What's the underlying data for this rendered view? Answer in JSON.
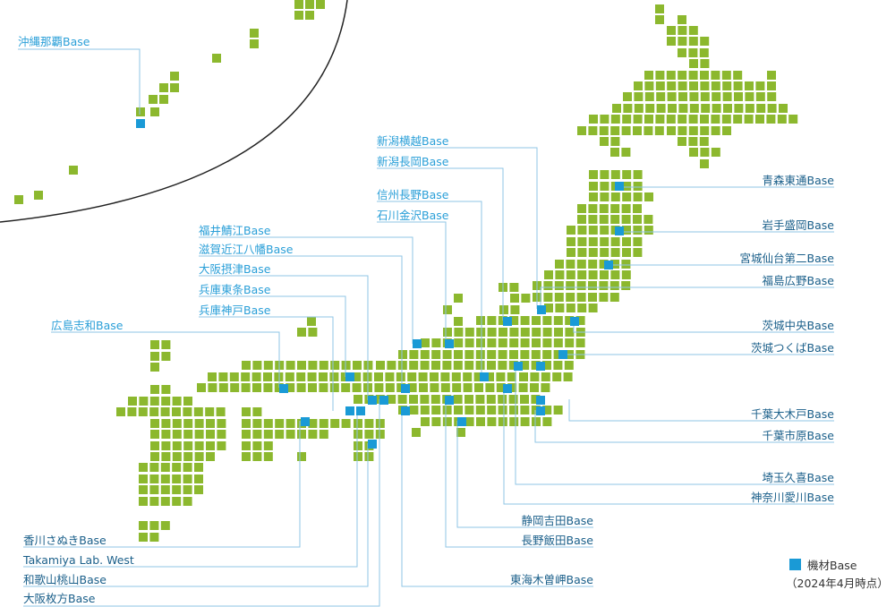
{
  "colors": {
    "land": "#8cb82e",
    "base": "#1a9ad6",
    "label": "#2a9fd8",
    "leader": "#8fc6e6",
    "inset_border": "#222222"
  },
  "legend": {
    "label": "機材Base",
    "note": "（2024年4月時点）"
  },
  "labels": {
    "okinawa": "沖縄那覇Base",
    "niigata_yokokoshi": "新潟横越Base",
    "niigata_nagaoka": "新潟長岡Base",
    "shinshu_nagano": "信州長野Base",
    "ishikawa_kanazawa": "石川金沢Base",
    "fukui_sabae": "福井鯖江Base",
    "shiga_omihachiman": "滋賀近江八幡Base",
    "osaka_settsu": "大阪摂津Base",
    "hyogo_tojo": "兵庫東条Base",
    "hyogo_kobe": "兵庫神戸Base",
    "hiroshima_shiwa": "広島志和Base",
    "aomori_higashidori": "青森東通Base",
    "iwate_morioka": "岩手盛岡Base",
    "miyagi_sendai": "宮城仙台第二Base",
    "fukushima_hirono": "福島広野Base",
    "ibaraki_chuo": "茨城中央Base",
    "ibaraki_tsukuba": "茨城つくばBase",
    "chiba_oamido": "千葉大木戸Base",
    "chiba_ichihara": "千葉市原Base",
    "saitama_kuki": "埼玉久喜Base",
    "kanagawa_aikawa": "神奈川愛川Base",
    "shizuoka_yoshida": "静岡吉田Base",
    "nagano_iida": "長野飯田Base",
    "tokai_kisozaki": "東海木曽岬Base",
    "kagawa_sanuki": "香川さぬきBase",
    "takamiya_west": "Takamiya Lab. West",
    "wakayama_momoyama": "和歌山桃山Base",
    "osaka_hirakata": "大阪枚方Base"
  }
}
